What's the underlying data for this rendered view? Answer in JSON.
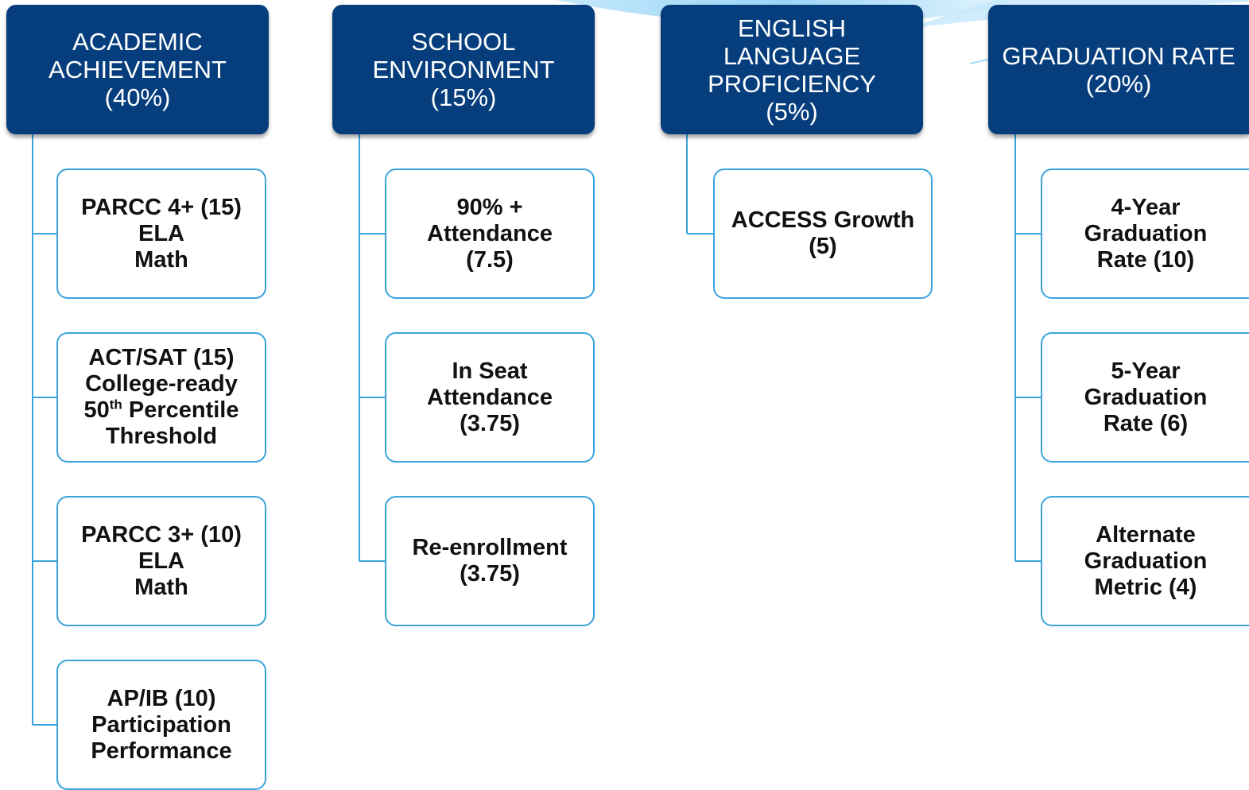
{
  "categories": [
    {
      "title_lines": [
        "ACADEMIC",
        "ACHIEVEMENT"
      ],
      "percent": "(40%)",
      "items": [
        {
          "lines": [
            "PARCC 4+ (15)",
            "ELA",
            "Math"
          ]
        },
        {
          "lines": [
            "ACT/SAT (15)",
            "College-ready",
            "50th Percentile",
            "Threshold"
          ]
        },
        {
          "lines": [
            "PARCC 3+ (10)",
            "ELA",
            "Math"
          ]
        },
        {
          "lines": [
            "AP/IB (10)",
            "Participation",
            "Performance"
          ]
        }
      ]
    },
    {
      "title_lines": [
        "SCHOOL",
        "ENVIRONMENT"
      ],
      "percent": "(15%)",
      "items": [
        {
          "lines": [
            "90% +",
            "Attendance",
            "(7.5)"
          ]
        },
        {
          "lines": [
            "In Seat",
            "Attendance",
            "(3.75)"
          ]
        },
        {
          "lines": [
            "Re-enrollment",
            "(3.75)"
          ]
        }
      ]
    },
    {
      "title_lines": [
        "ENGLISH",
        "LANGUAGE",
        "PROFICIENCY"
      ],
      "percent": "(5%)",
      "items": [
        {
          "lines": [
            "ACCESS Growth",
            "(5)"
          ]
        }
      ]
    },
    {
      "title_lines": [
        "GRADUATION RATE"
      ],
      "percent": "(20%)",
      "items": [
        {
          "lines": [
            "4-Year",
            "Graduation",
            "Rate (10)"
          ]
        },
        {
          "lines": [
            "5-Year",
            "Graduation",
            "Rate (6)"
          ]
        },
        {
          "lines": [
            "Alternate",
            "Graduation",
            "Metric (4)"
          ]
        }
      ]
    }
  ],
  "colors": {
    "header_fill": "#063e7d",
    "box_border": "#3aa3dc",
    "connector": "#3aa3dc"
  }
}
